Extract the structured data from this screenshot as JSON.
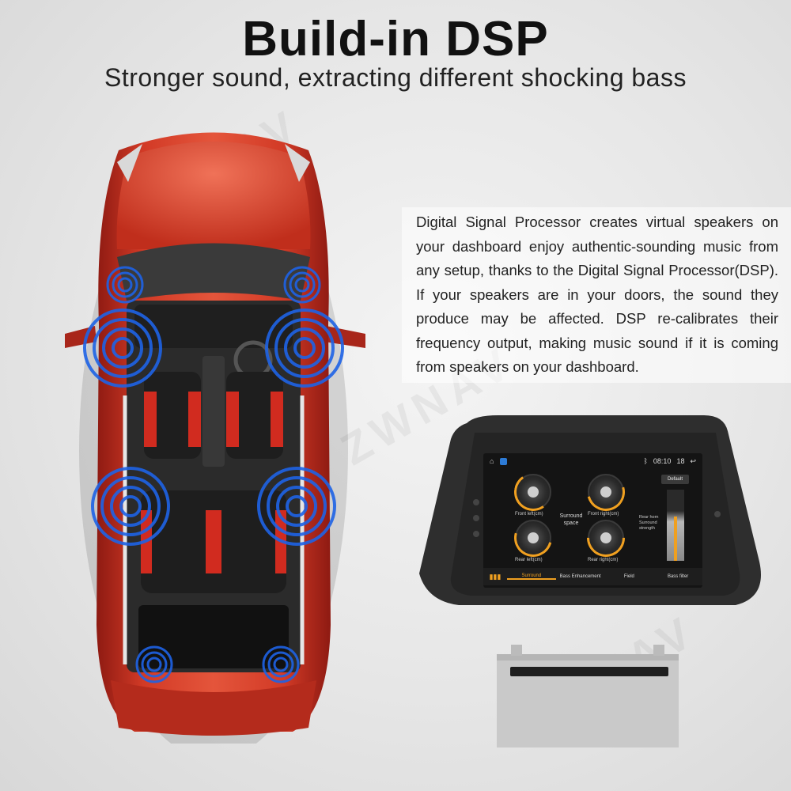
{
  "headline": "Build-in  DSP",
  "subheadline": "Stronger sound, extracting different shocking bass",
  "description": "Digital Signal Processor creates virtual speakers on your dashboard enjoy authentic-sounding music from any setup, thanks to the Digital Signal Processor(DSP). If your speakers are in your doors, the sound they produce may be affected. DSP re-calibrates their frequency output, making music sound if it is coming from speakers on your dashboard.",
  "colors": {
    "car_body": "#c62b1e",
    "speaker_waves": "#1e63e6",
    "accent_orange": "#f0a020"
  },
  "screen": {
    "status": {
      "time": "08:10",
      "volume": "18"
    },
    "dials": [
      {
        "label": "Front left(cm)",
        "level": 0.6
      },
      {
        "label": "Front right(cm)",
        "level": 0.3
      },
      {
        "label": "Rear left(cm)",
        "level": 0.4
      },
      {
        "label": "Rear right(cm)",
        "level": 0.35
      }
    ],
    "center_label": "Surround space",
    "default_button": "Default",
    "side_label": "Rear horn Surround strength",
    "slider_level": 0.6,
    "tabs": [
      "Surround",
      "Bass Enhancement",
      "Field",
      "Bass filter"
    ],
    "active_tab": "Surround"
  },
  "watermark": "ZWNAV",
  "icons": [
    "speaker-icon",
    "home-icon",
    "back-icon",
    "bluetooth-icon",
    "equalizer-icon"
  ]
}
